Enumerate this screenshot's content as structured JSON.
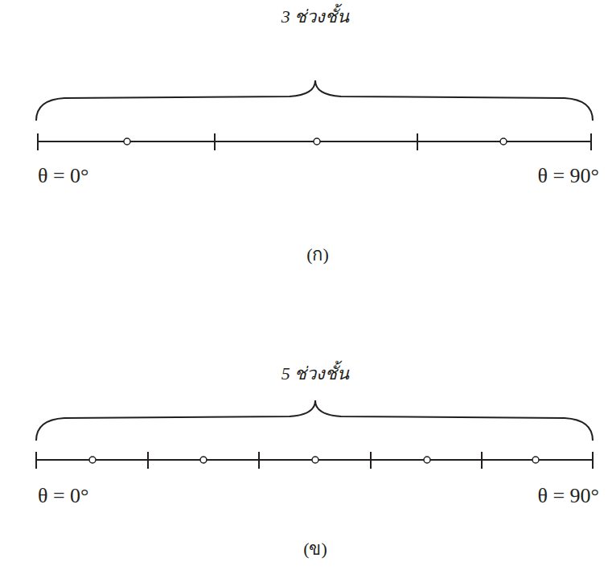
{
  "diagram": {
    "labels": [
      "3 ช่วงชั้น",
      "θ = 0°",
      "θ = 90°",
      "(ก)",
      "5 ช่วงชั้น",
      "θ = 0°",
      "θ = 90°",
      "(ข)"
    ]
  }
}
